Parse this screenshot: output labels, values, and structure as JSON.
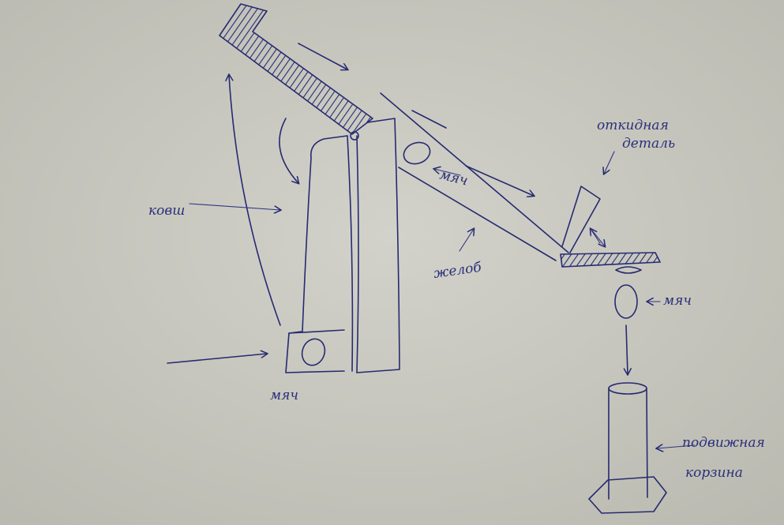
{
  "labels": {
    "bucket": "ковш",
    "chute": "желоб",
    "ball_bottom": "мяч",
    "ball_chute": "мяч",
    "ball_falling": "мяч",
    "flap_line1": "откидная",
    "flap_line2": "деталь",
    "basket_line1": "подвижная",
    "basket_line2": "корзина"
  },
  "colors": {
    "paper": "#c9c9c0",
    "ink": "#262a70"
  }
}
